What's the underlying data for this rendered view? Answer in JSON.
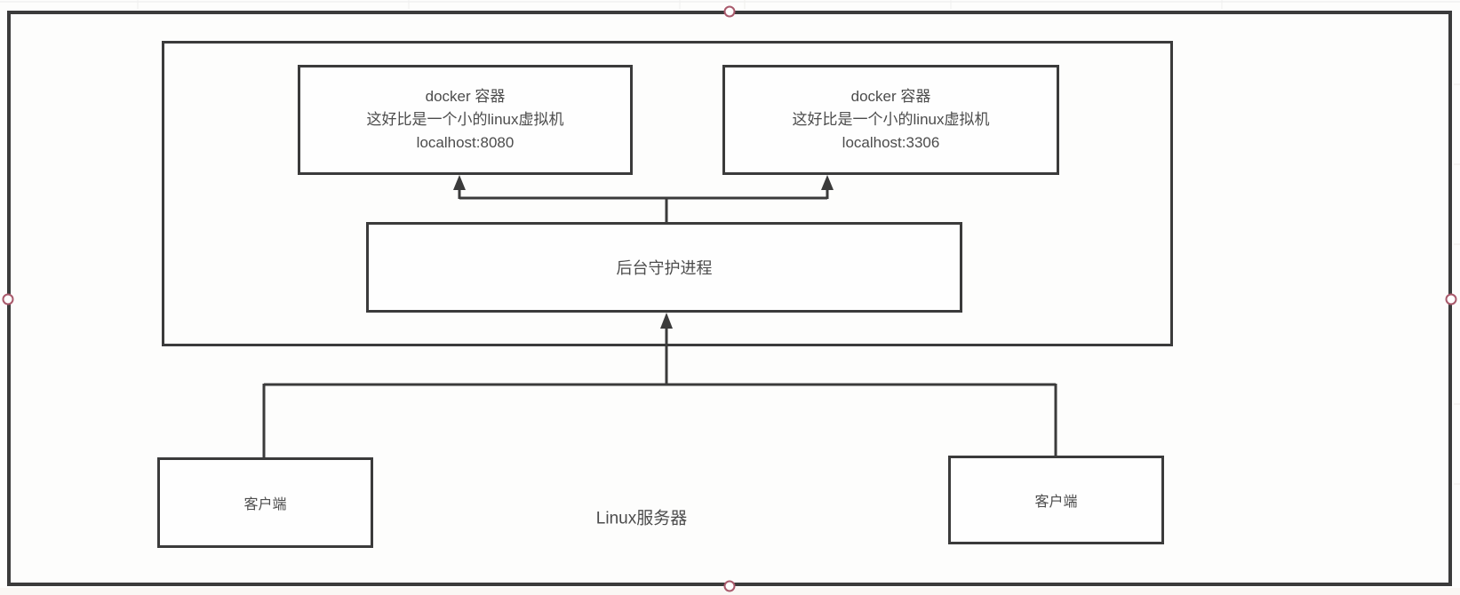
{
  "colors": {
    "line": "#3b3b3b",
    "text": "#4c4c4c",
    "selection_handle": "#a9596b"
  },
  "diagram": {
    "server_label": "Linux服务器",
    "docker_containers": [
      {
        "line1": "docker 容器",
        "line2": "这好比是一个小的linux虚拟机",
        "line3": "localhost:8080"
      },
      {
        "line1": "docker 容器",
        "line2": "这好比是一个小的linux虚拟机",
        "line3": "localhost:3306"
      }
    ],
    "daemon_label": "后台守护进程",
    "clients": [
      {
        "label": "客户端"
      },
      {
        "label": "客户端"
      }
    ]
  }
}
